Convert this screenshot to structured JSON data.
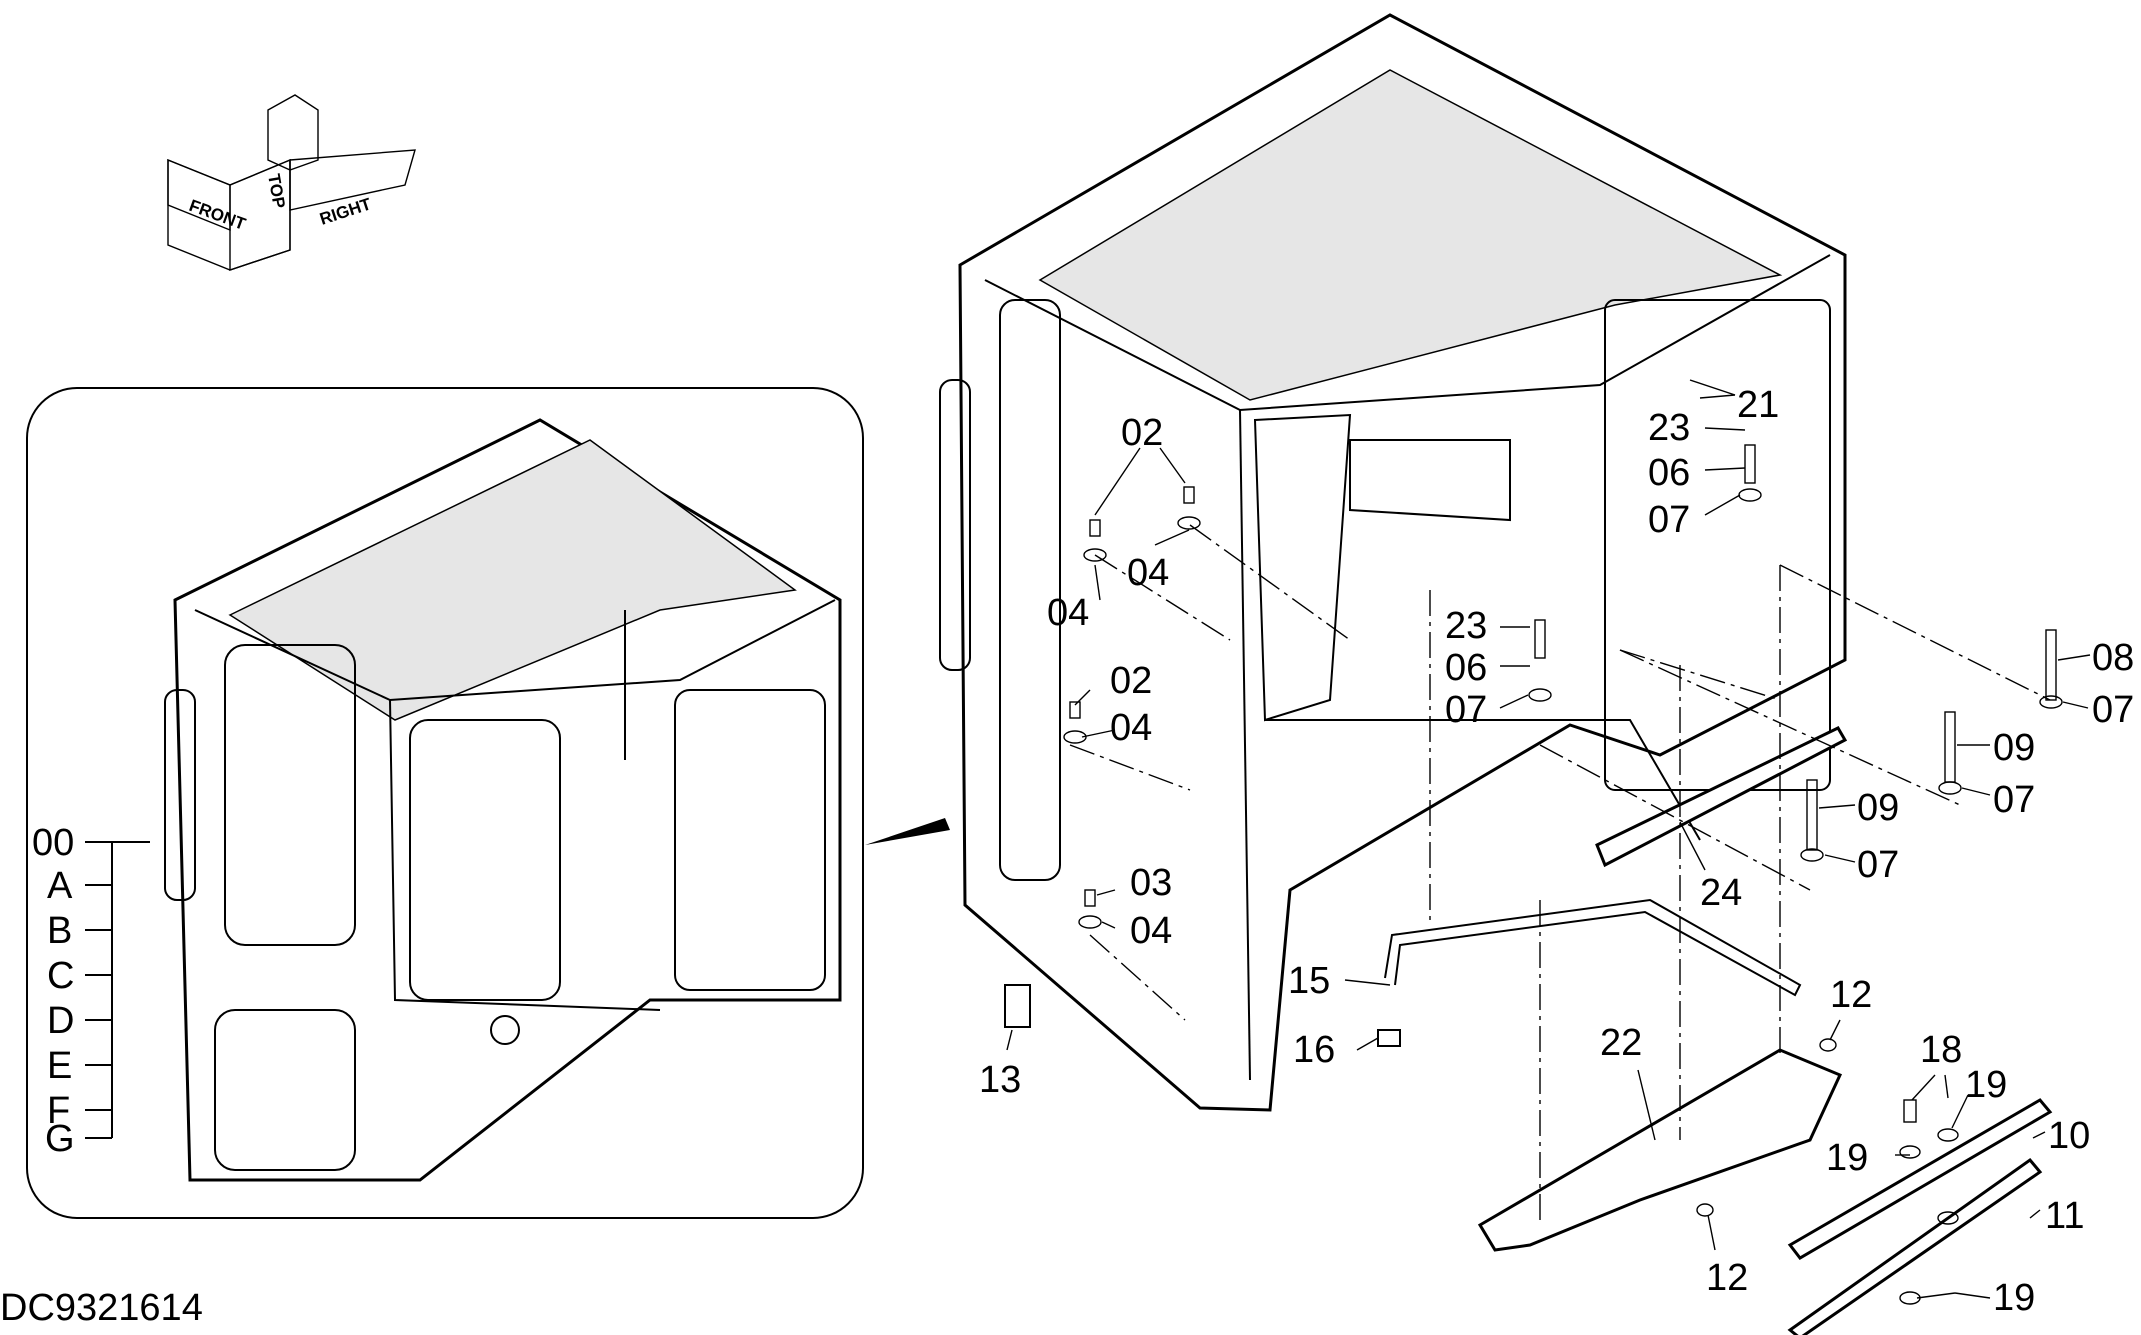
{
  "drawing_id": "DC9321614",
  "orientation_icon": {
    "front": "FRONT",
    "top": "TOP",
    "right": "RIGHT"
  },
  "detail_labels": [
    "00",
    "A",
    "B",
    "C",
    "D",
    "E",
    "F",
    "G"
  ],
  "callouts": {
    "c02a": "02",
    "c04a": "04",
    "c04b": "04",
    "c02b": "02",
    "c04c": "04",
    "c03": "03",
    "c04d": "04",
    "c13": "13",
    "c15": "15",
    "c16": "16",
    "c21": "21",
    "c23a": "23",
    "c06a": "06",
    "c07a": "07",
    "c23b": "23",
    "c06b": "06",
    "c07b": "07",
    "c08": "08",
    "c07c": "07",
    "c09a": "09",
    "c07d": "07",
    "c09b": "09",
    "c07e": "07",
    "c24": "24",
    "c12a": "12",
    "c22": "22",
    "c18": "18",
    "c19a": "19",
    "c19b": "19",
    "c10": "10",
    "c11": "11",
    "c12b": "12",
    "c19c": "19"
  }
}
